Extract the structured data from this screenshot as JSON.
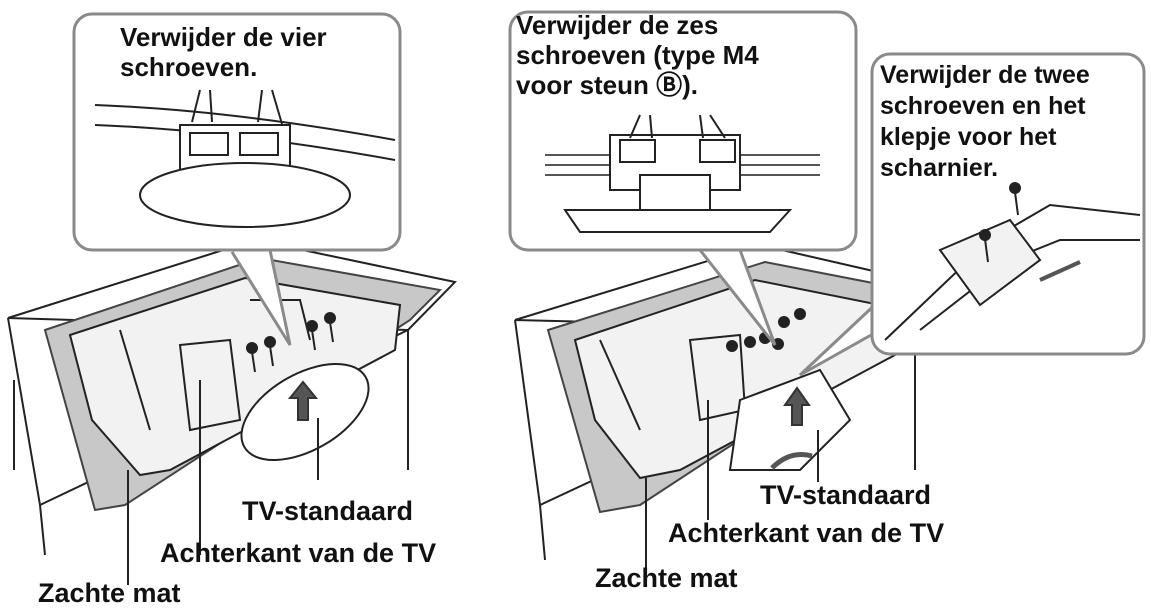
{
  "left_panel": {
    "callout_text": "Verwijder de vier\nschroeven.",
    "labels": {
      "stand": "TV-standaard",
      "back": "Achterkant van de TV",
      "mat": "Zachte mat"
    }
  },
  "right_panel": {
    "callout_text": "Verwijder de zes\nschroeven (type M4\nvoor steun Ⓑ).",
    "callout_hinge_text": "Verwijder de twee\nschroeven en het\nklepje voor het\nscharnier.",
    "labels": {
      "stand": "TV-standaard",
      "back": "Achterkant van de TV",
      "mat": "Zachte mat"
    }
  },
  "colors": {
    "line": "#222222",
    "panel_border": "#8a8a8a",
    "mat_fill": "#c8c8c8",
    "tv_fill": "#f2f2f2"
  }
}
